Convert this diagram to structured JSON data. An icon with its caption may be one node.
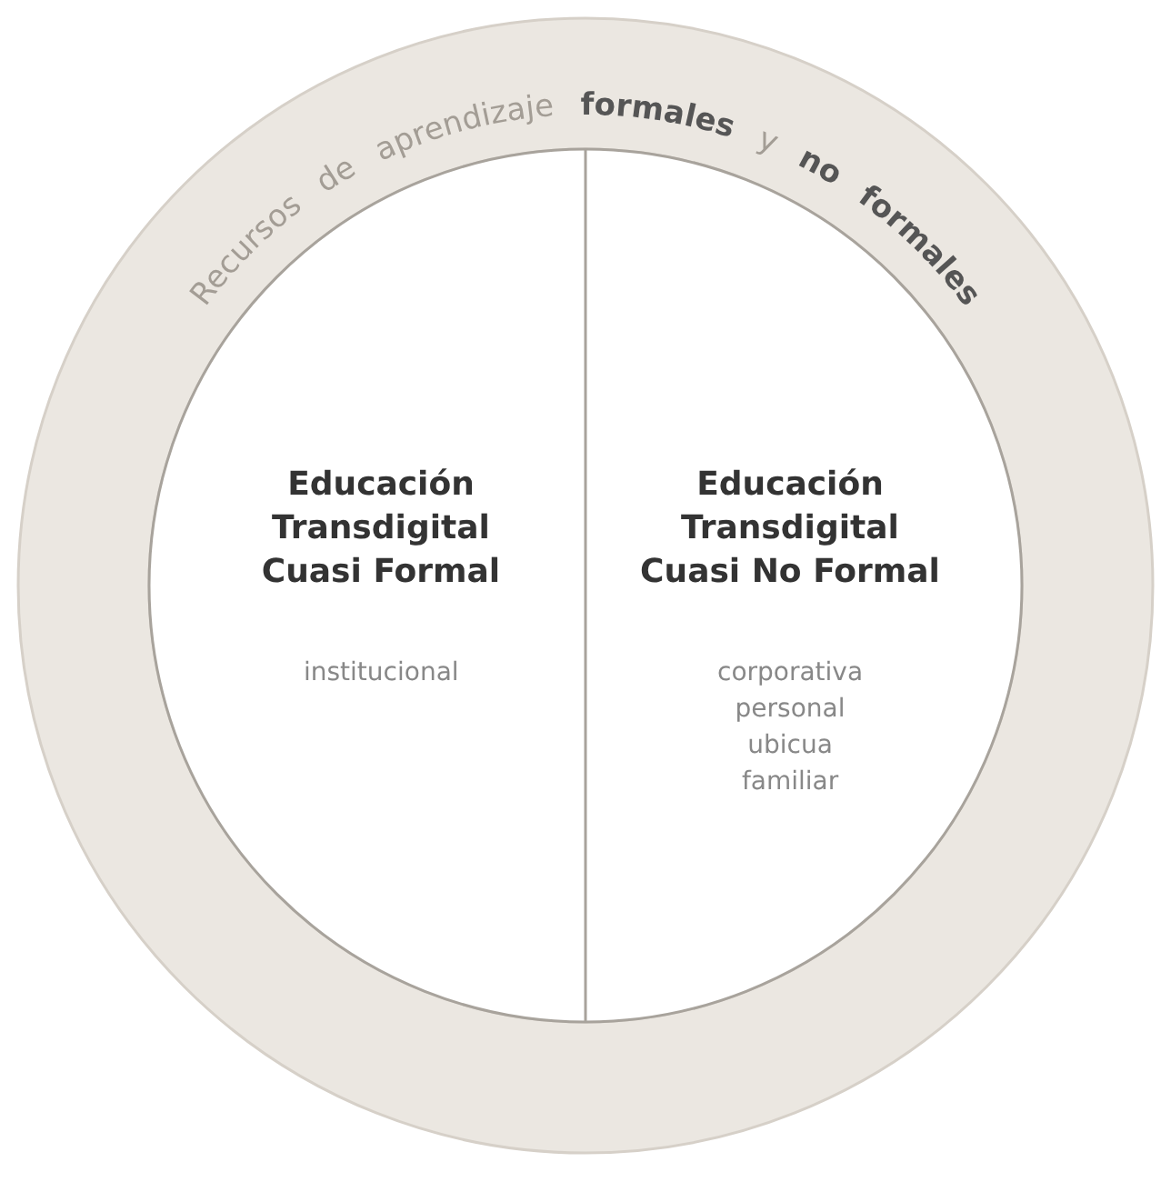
{
  "diagram": {
    "nodes": [
      {
        "text": [
          "Recursos de aprendizaje **formales** y **no formales**"
        ]
      },
      {
        "text": [
          "Educación Transdigital Cuasi Formal",
          "institucional"
        ],
        "in": 0
      },
      {
        "text": [
          "Educación Transdigital Cuasi No Formal",
          "corporativa personal ubicua familiar"
        ],
        "in": 0
      }
    ]
  }
}
